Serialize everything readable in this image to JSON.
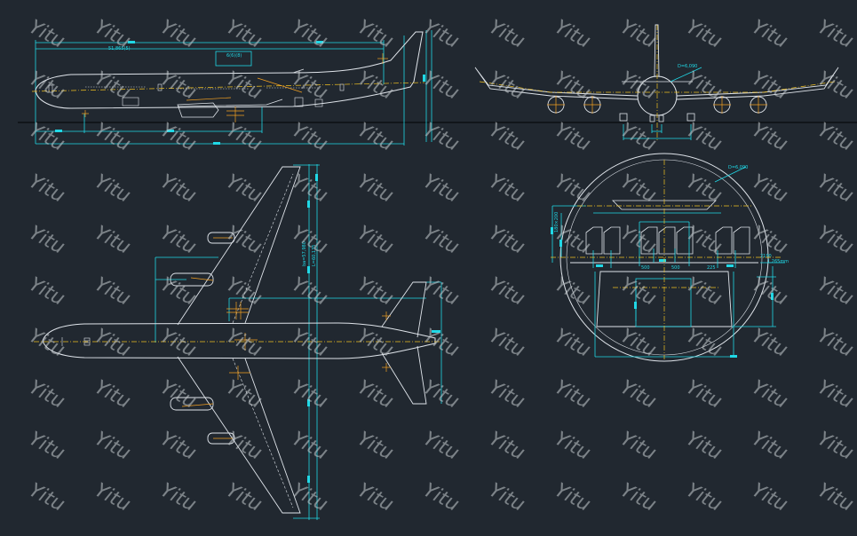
{
  "watermark": {
    "text": "Yitu"
  },
  "colors": {
    "background": "#212830",
    "outline": "#dfe4ea",
    "dimension": "#20d8e6",
    "centerline": "#f0c020",
    "hatch": "#f4a020",
    "ground": "#0c0f12",
    "watermark": "rgba(200,205,210,0.55)"
  },
  "views": {
    "side": {
      "overall_length_label": "51,865(5)",
      "height_label": "6(6)(8)"
    },
    "front": {
      "fuselage_diameter_label": "D=6,090"
    },
    "top": {
      "wingspan_label": "ba=57,980",
      "length_label": "L=60,135"
    },
    "section": {
      "diameter_label": "D=6,090",
      "seat_pitch_label": "180×200",
      "aisle_left_label": "500",
      "aisle_right_label": "500",
      "floor_offset_label": "225",
      "height_labels": [
        "2190",
        "1,265mm"
      ]
    }
  }
}
